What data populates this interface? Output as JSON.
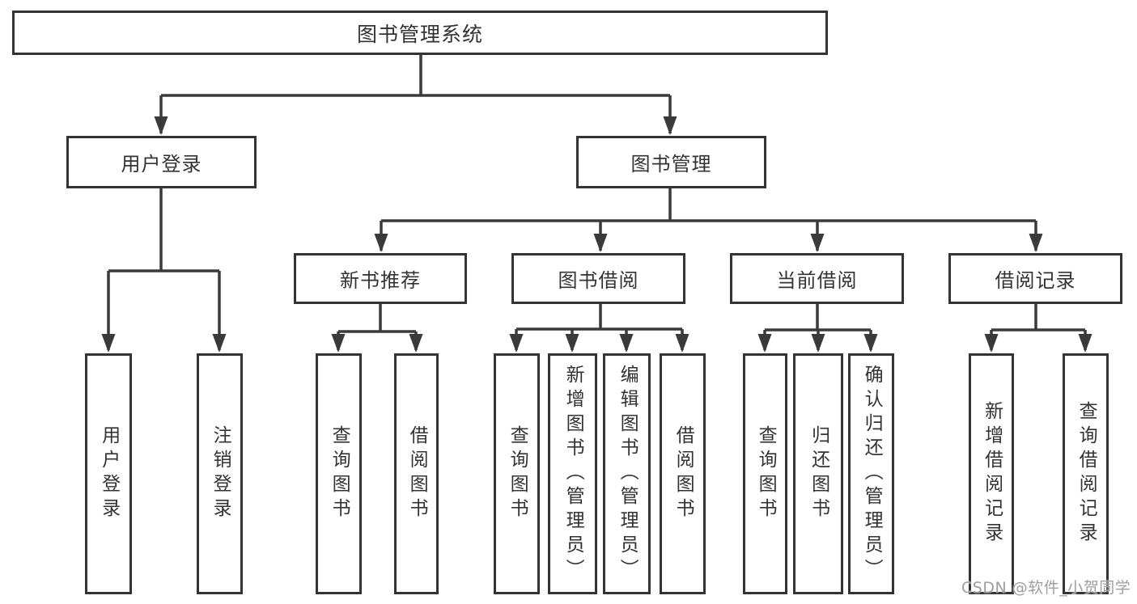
{
  "tree": {
    "root": {
      "label": "图书管理系统"
    },
    "level2": [
      {
        "label": "用户登录",
        "children": [
          {
            "label": "用户登录"
          },
          {
            "label": "注销登录"
          }
        ]
      },
      {
        "label": "图书管理",
        "children": [
          {
            "label": "新书推荐",
            "children": [
              {
                "label": "查询图书"
              },
              {
                "label": "借阅图书"
              }
            ]
          },
          {
            "label": "图书借阅",
            "children": [
              {
                "label": "查询图书"
              },
              {
                "label": "新增图书（管理员）"
              },
              {
                "label": "编辑图书（管理员）"
              },
              {
                "label": "借阅图书"
              }
            ]
          },
          {
            "label": "当前借阅",
            "children": [
              {
                "label": "查询图书"
              },
              {
                "label": "归还图书"
              },
              {
                "label": "确认归还（管理员）"
              }
            ]
          },
          {
            "label": "借阅记录",
            "children": [
              {
                "label": "新增借阅记录"
              },
              {
                "label": "查询借阅记录"
              }
            ]
          }
        ]
      }
    ]
  },
  "watermark": {
    "text": "CSDN @软件_小贺同学"
  },
  "colors": {
    "line": "#3a3a3a",
    "box_border": "#333333",
    "text": "#333333",
    "watermark": "#9e9e9e",
    "background": "#ffffff"
  }
}
